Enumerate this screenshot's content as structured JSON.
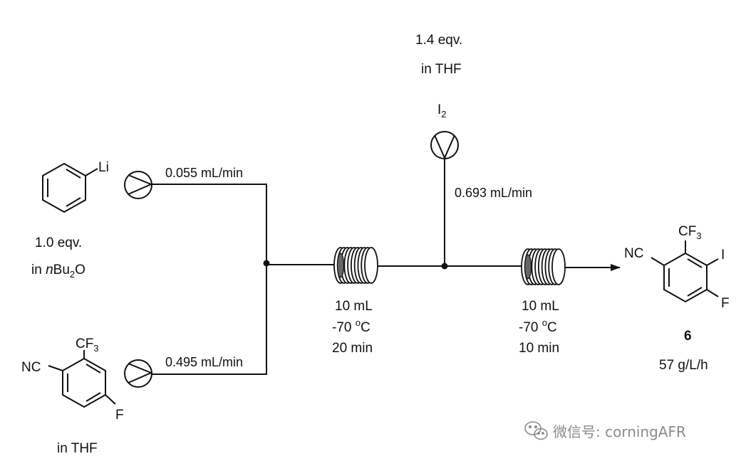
{
  "reagent_i2": {
    "eqv": "1.4 eqv.",
    "solvent": "in THF",
    "formula_main": "I",
    "formula_sub": "2",
    "flow": "0.693 mL/min"
  },
  "reagent_phli": {
    "atom_li": "Li",
    "eqv": "1.0 eqv.",
    "solvent_prefix": "in ",
    "solvent_italic": "n",
    "solvent_bu": "Bu",
    "solvent_sub": "2",
    "solvent_o": "O",
    "flow": "0.055 mL/min"
  },
  "reagent_arene": {
    "cf3_main": "CF",
    "cf3_sub": "3",
    "nc": "NC",
    "f": "F",
    "solvent": "in THF",
    "flow": "0.495 mL/min"
  },
  "reactor_1": {
    "volume": "10 mL",
    "temp": "-70 ",
    "temp_sup": "o",
    "temp_unit": "C",
    "time": "20 min"
  },
  "reactor_2": {
    "volume": "10 mL",
    "temp": "-70 ",
    "temp_sup": "o",
    "temp_unit": "C",
    "time": "10 min"
  },
  "product": {
    "cf3_main": "CF",
    "cf3_sub": "3",
    "nc": "NC",
    "i": "I",
    "f": "F",
    "number": "6",
    "yield": "57 g/L/h"
  },
  "watermark": {
    "text": "微信号: corningAFR",
    "icon": "wechat-icon"
  },
  "colors": {
    "line": "#111111",
    "coil": "#666666",
    "watermark": "#8a8a8a"
  }
}
